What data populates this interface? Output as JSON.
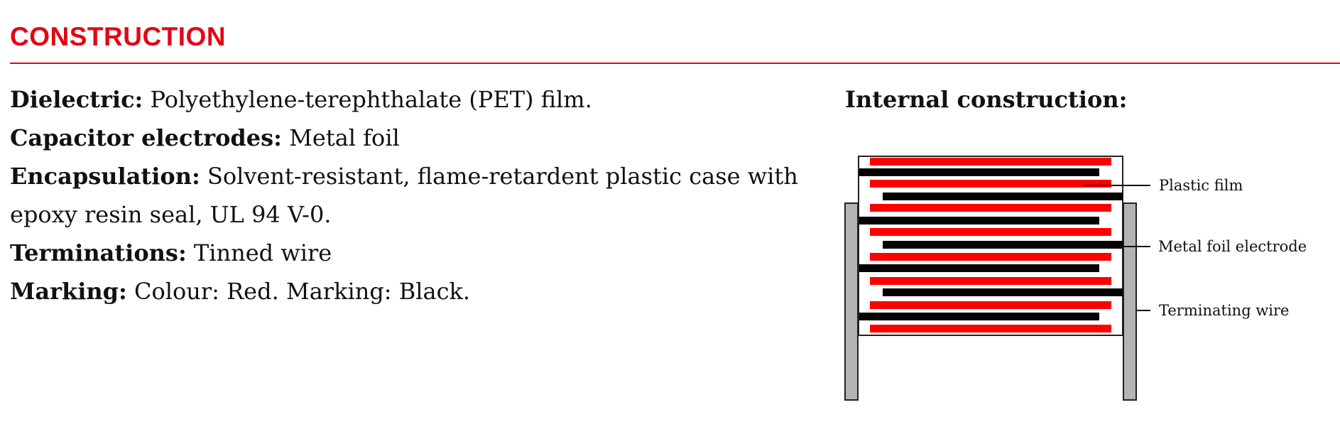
{
  "section": {
    "title": "CONSTRUCTION"
  },
  "specs": [
    {
      "label": "Dielectric:",
      "value": "Polyethylene-terephthalate (PET) film."
    },
    {
      "label": "Capacitor electrodes:",
      "value": "Metal foil"
    },
    {
      "label": "Encapsulation:",
      "value": "Solvent-resistant, flame-retardent plastic case with",
      "value_cont": "epoxy resin seal, UL 94 V-0."
    },
    {
      "label": "Terminations:",
      "value": "Tinned wire"
    },
    {
      "label": "Marking:",
      "value": "Colour: Red. Marking: Black."
    }
  ],
  "figure": {
    "title": "Internal construction:",
    "callouts": {
      "plastic_film": "Plastic film",
      "metal_foil": "Metal foil electrode",
      "terminating_wire": "Terminating wire"
    },
    "colors": {
      "film": "#ff0000",
      "foil": "#000000",
      "wire": "#b4b4b4"
    }
  }
}
